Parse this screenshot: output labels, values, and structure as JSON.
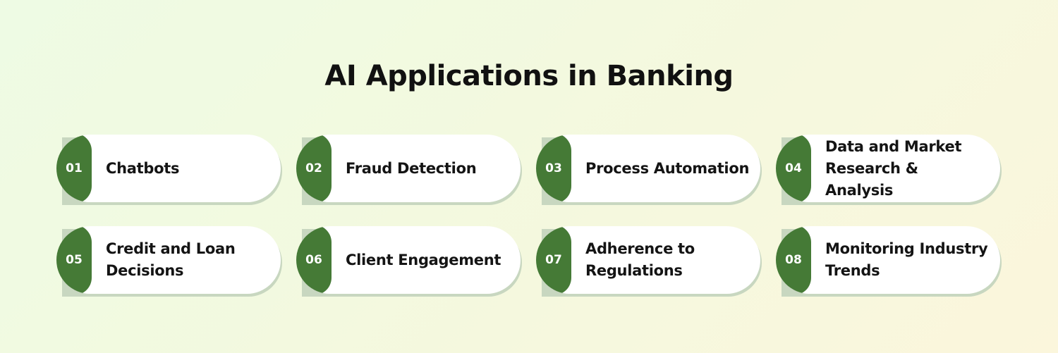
{
  "title": "AI Applications in Banking",
  "colors": {
    "accent": "#457a36",
    "card": "#ffffff",
    "text": "#141414"
  },
  "items": [
    {
      "number": "01",
      "label": "Chatbots"
    },
    {
      "number": "02",
      "label": "Fraud Detection"
    },
    {
      "number": "03",
      "label": "Process Automation"
    },
    {
      "number": "04",
      "label": "Data and Market Research & Analysis"
    },
    {
      "number": "05",
      "label": "Credit and Loan Decisions"
    },
    {
      "number": "06",
      "label": "Client Engagement"
    },
    {
      "number": "07",
      "label": "Adherence to Regulations"
    },
    {
      "number": "08",
      "label": "Monitoring Industry Trends"
    }
  ]
}
